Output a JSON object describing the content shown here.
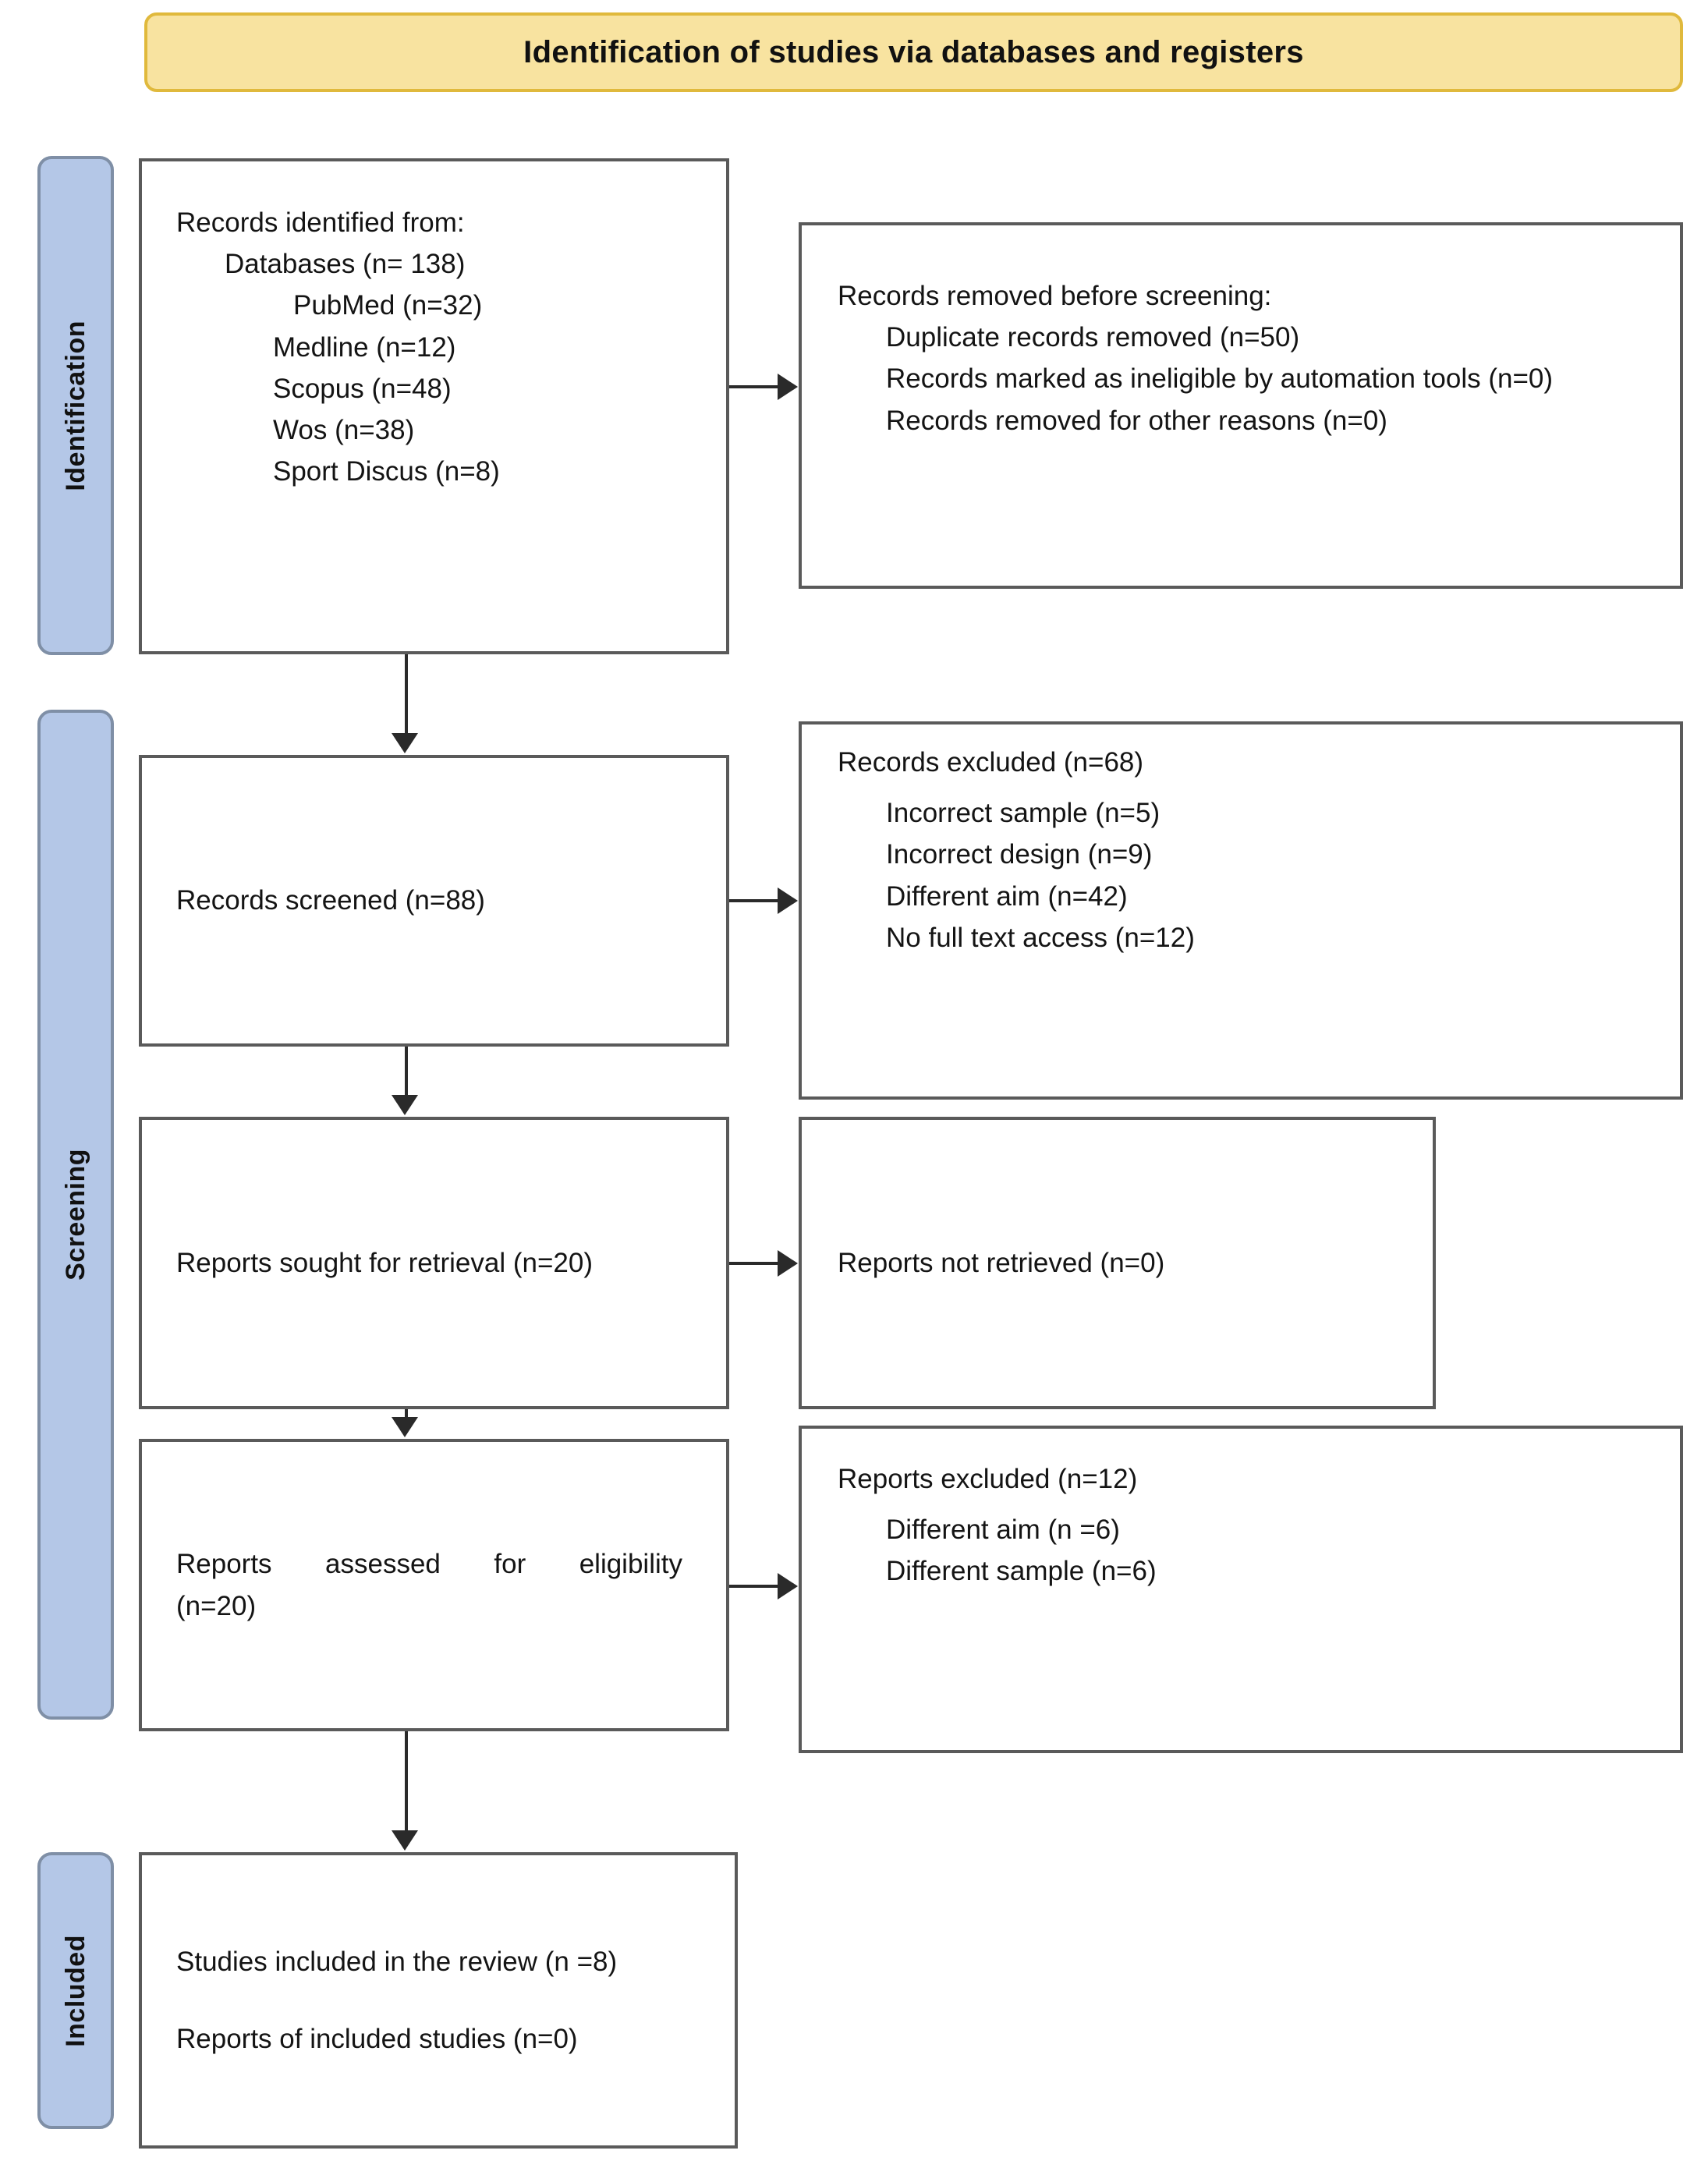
{
  "banner": {
    "title": "Identification of studies via databases and registers"
  },
  "stages": [
    {
      "key": "identification",
      "label": "Identification"
    },
    {
      "key": "screening",
      "label": "Screening"
    },
    {
      "key": "included",
      "label": "Included"
    }
  ],
  "colors": {
    "banner_fill": "#f8e3a0",
    "banner_border": "#e0b93c",
    "stage_fill": "#b4c7e7",
    "stage_border": "#7f8fa6",
    "box_border": "#5a5a5a",
    "box_fill": "#ffffff",
    "connector": "#2a2a2a",
    "text": "#141414"
  },
  "boxes": {
    "identified": {
      "heading": "Records identified from:",
      "databases_total": "Databases (n= 138)",
      "sources": [
        "PubMed (n=32)",
        "Medline (n=12)",
        "Scopus (n=48)",
        "Wos (n=38)",
        "Sport Discus (n=8)"
      ]
    },
    "removed": {
      "heading": "Records removed before screening:",
      "items": [
        "Duplicate records removed (n=50)",
        "Records marked as ineligible by automation tools (n=0)",
        "Records removed for other reasons (n=0)"
      ]
    },
    "screened": {
      "text": "Records screened (n=88)"
    },
    "excluded": {
      "heading": "Records excluded (n=68)",
      "items": [
        "Incorrect sample (n=5)",
        "Incorrect design (n=9)",
        "Different aim (n=42)",
        "No full text access (n=12)"
      ]
    },
    "sought": {
      "text": "Reports sought for retrieval (n=20)"
    },
    "not_retrieved": {
      "text": "Reports not retrieved (n=0)"
    },
    "assessed": {
      "line1_words": [
        "Reports",
        "assessed",
        "for",
        "eligibility"
      ],
      "line2": "(n=20)"
    },
    "reports_excluded": {
      "heading": "Reports excluded (n=12)",
      "items": [
        "Different aim (n =6)",
        "Different sample (n=6)"
      ]
    },
    "included": {
      "line1": "Studies included in the review (n =8)",
      "line2": "Reports of included studies (n=0)"
    }
  },
  "flow": {
    "type": "prisma-flow-diagram",
    "counts": {
      "databases_total": 138,
      "pubmed": 32,
      "medline": 12,
      "scopus": 48,
      "wos": 38,
      "sport_discus": 8,
      "duplicates_removed": 50,
      "ineligible_automation": 0,
      "removed_other": 0,
      "records_screened": 88,
      "records_excluded": 68,
      "excluded_incorrect_sample": 5,
      "excluded_incorrect_design": 9,
      "excluded_different_aim": 42,
      "excluded_no_full_text": 12,
      "reports_sought": 20,
      "reports_not_retrieved": 0,
      "reports_assessed": 20,
      "reports_excluded": 12,
      "reports_excluded_different_aim": 6,
      "reports_excluded_different_sample": 6,
      "studies_included": 8,
      "reports_of_included_studies": 0
    }
  }
}
